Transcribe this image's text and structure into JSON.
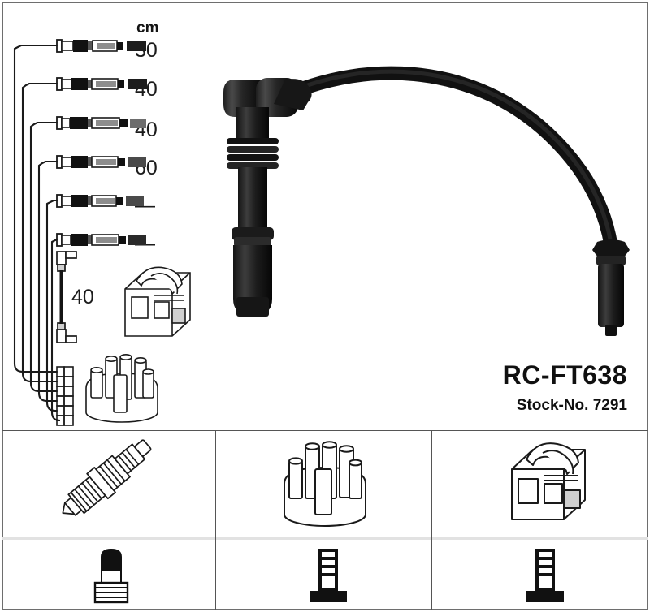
{
  "product": {
    "code": "RC-FT638",
    "stock_label": "Stock-No. 7291"
  },
  "length_chart": {
    "unit_header": "cm",
    "rows": [
      {
        "length": "30",
        "index": 1
      },
      {
        "length": "40",
        "index": 2
      },
      {
        "length": "40",
        "index": 3
      },
      {
        "length": "60",
        "index": 4
      },
      {
        "length": "—",
        "index": 5
      },
      {
        "length": "—",
        "index": 6
      }
    ]
  },
  "jumper_lead": {
    "length": "40"
  },
  "parts_legend": [
    {
      "panel": "left",
      "top_icon": "spark-plug-icon",
      "bottom_icon": "rubber-boot-terminal-icon"
    },
    {
      "panel": "center",
      "top_icon": "distributor-cap-icon",
      "bottom_icon": "straight-terminal-icon"
    },
    {
      "panel": "right",
      "top_icon": "ignition-coil-icon",
      "bottom_icon": "straight-terminal-icon"
    }
  ],
  "inline_icons": {
    "coil": "ignition-coil-icon",
    "distributor_cap": "distributor-cap-icon"
  },
  "colors": {
    "cable_black": "#141414",
    "frame_gray": "#6e6e6e",
    "divider_gray": "#555555",
    "faint_divider": "#e2e2e2",
    "text_black": "#101010",
    "line_art": "#1a1a1a"
  },
  "main_lead": {
    "description_icon": "ignition-lead-main-icon"
  }
}
